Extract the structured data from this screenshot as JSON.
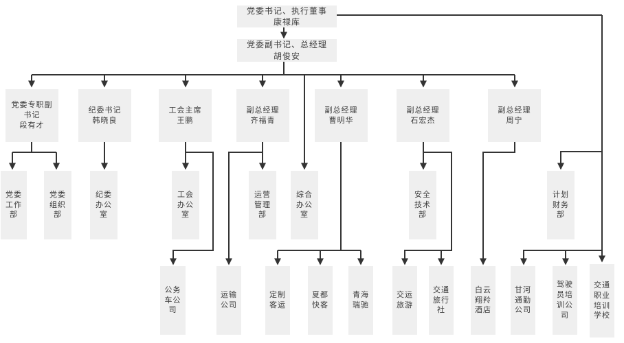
{
  "diagram": {
    "type": "org-chart",
    "root": {
      "title": "党委书记、执行董事",
      "name": "康禄库"
    },
    "general_manager": {
      "title": "党委副书记、总经理",
      "name": "胡俊安"
    },
    "executives": [
      {
        "title": "党委专职副书记",
        "name": "段有才"
      },
      {
        "title": "纪委书记",
        "name": "韩晓良"
      },
      {
        "title": "工会主席",
        "name": "王鹏"
      },
      {
        "title": "副总经理",
        "name": "齐福青"
      },
      {
        "title": "副总经理",
        "name": "曹明华"
      },
      {
        "title": "副总经理",
        "name": "石宏杰"
      },
      {
        "title": "副总经理",
        "name": "周宁"
      }
    ],
    "departments": [
      "党委工作部",
      "党委组织部",
      "纪委办公室",
      "工会办公室",
      "运营管理部",
      "综合办公室",
      "安全技术部",
      "计划财务部"
    ],
    "subsidiaries": [
      "公务车公司",
      "运输公司",
      "定制客运",
      "夏都快客",
      "青海瑞驰",
      "交运旅游",
      "交通旅行社",
      "白云翔羚酒店",
      "甘河通勤公司",
      "驾驶员培训公司",
      "交通职业培训学校"
    ]
  },
  "colors": {
    "box_fill": "#efefef",
    "line": "#333333",
    "text": "#3d3d3d",
    "background": "#ffffff"
  }
}
